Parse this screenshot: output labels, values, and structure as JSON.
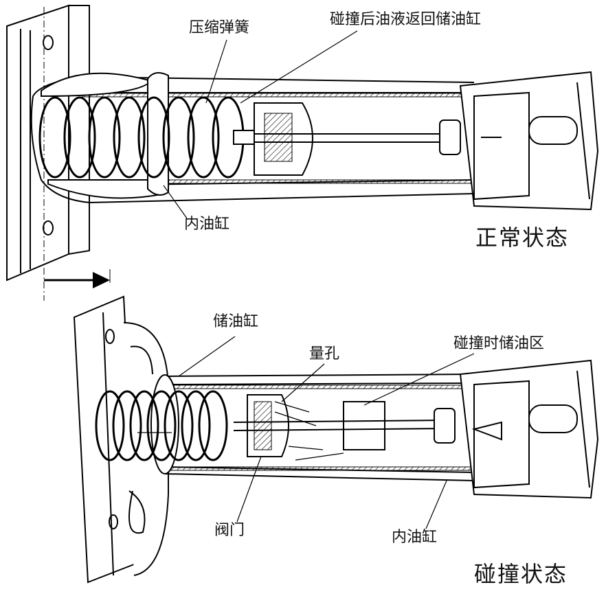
{
  "diagram": {
    "top": {
      "state_label": "正常状态",
      "labels": {
        "spring": "压缩弹簧",
        "oil_return": "碰撞后油液返回储油缸",
        "inner_cylinder": "内油缸"
      }
    },
    "bottom": {
      "state_label": "碰撞状态",
      "labels": {
        "reservoir": "储油缸",
        "orifice": "量孔",
        "collision_oil_area": "碰撞时储油区",
        "valve": "阀门",
        "inner_cylinder": "内油缸"
      }
    }
  }
}
